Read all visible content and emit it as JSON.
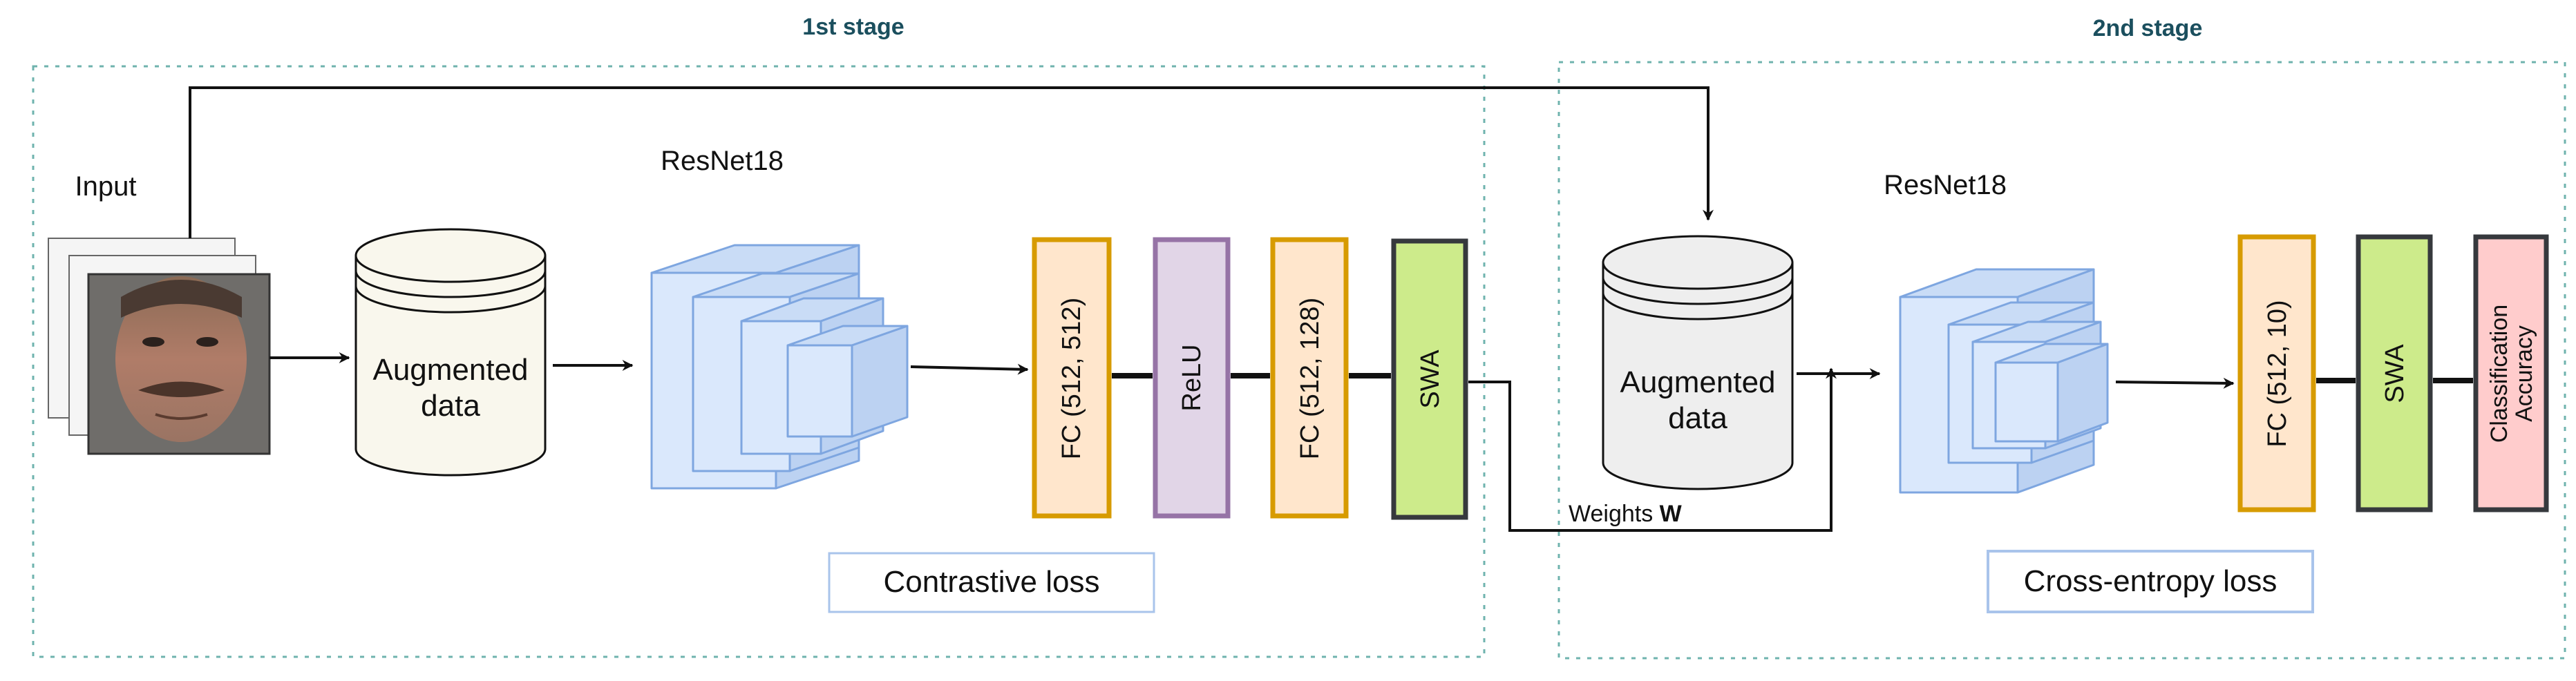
{
  "stages": {
    "first": {
      "title": "1st stage"
    },
    "second": {
      "title": "2nd stage"
    }
  },
  "stage1": {
    "input_label": "Input",
    "augmented_line1": "Augmented",
    "augmented_line2": "data",
    "resnet_label": "ResNet18",
    "fc1_label": "FC (512, 512)",
    "relu_label": "ReLU",
    "fc2_label": "FC (512, 128)",
    "swa_label": "SWA",
    "loss_label": "Contrastive loss"
  },
  "transfer": {
    "weights_text": "Weights ",
    "weights_symbol": "W"
  },
  "stage2": {
    "augmented_line1": "Augmented",
    "augmented_line2": "data",
    "resnet_label": "ResNet18",
    "fc_label": "FC (512, 10)",
    "swa_label": "SWA",
    "accuracy_line1": "Classification",
    "accuracy_line2": "Accuracy",
    "loss_label": "Cross-entropy loss"
  },
  "colors": {
    "stage_border": "#6fb3ae",
    "fc_fill": "#ffe6cc",
    "fc_stroke": "#d79b00",
    "relu_fill": "#e1d5e7",
    "relu_stroke": "#9673a6",
    "swa_fill": "#cdeb8b",
    "swa_stroke": "#36393d",
    "accuracy_fill": "#ffcccc",
    "accuracy_stroke": "#36393d",
    "cylinder1_fill": "#f9f7ed",
    "cylinder2_fill": "#eeeeee",
    "resnet_fill": "#dae8fc",
    "resnet_stroke": "#7ea6e0",
    "loss_box_stroke": "#a9c4eb"
  }
}
